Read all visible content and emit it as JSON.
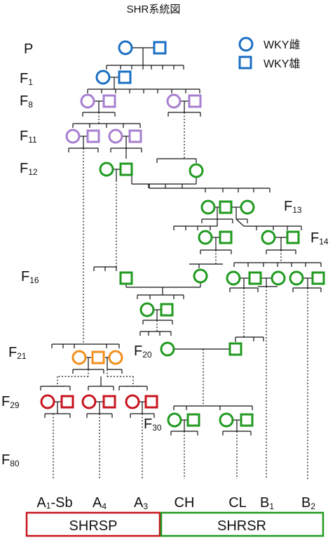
{
  "title": "SHR系統図",
  "legend": {
    "female_label": "WKY雌",
    "male_label": "WKY雄",
    "female_symbol": "circle",
    "male_symbol": "square"
  },
  "generations": {
    "p": "P",
    "f1": {
      "base": "F",
      "sub": "1"
    },
    "f8": {
      "base": "F",
      "sub": "8"
    },
    "f11": {
      "base": "F",
      "sub": "11"
    },
    "f12": {
      "base": "F",
      "sub": "12"
    },
    "f13": {
      "base": "F",
      "sub": "13"
    },
    "f14": {
      "base": "F",
      "sub": "14"
    },
    "f16": {
      "base": "F",
      "sub": "16"
    },
    "f20": {
      "base": "F",
      "sub": "20"
    },
    "f21": {
      "base": "F",
      "sub": "21"
    },
    "f29": {
      "base": "F",
      "sub": "29"
    },
    "f30": {
      "base": "F",
      "sub": "30"
    },
    "f80": {
      "base": "F",
      "sub": "80"
    }
  },
  "strains": {
    "a1sb": {
      "base": "A",
      "sub": "1",
      "suffix": "-Sb"
    },
    "a4": {
      "base": "A",
      "sub": "4"
    },
    "a3": {
      "base": "A",
      "sub": "3"
    },
    "ch": {
      "base": "CH"
    },
    "cl": {
      "base": "CL"
    },
    "b1": {
      "base": "B",
      "sub": "1"
    },
    "b2": {
      "base": "B",
      "sub": "2"
    }
  },
  "groups": {
    "shrsp": "SHRSP",
    "shrsr": "SHRSR"
  },
  "colors": {
    "wky": "#1a6fc4",
    "purple": "#a77fd0",
    "green": "#1f9a1f",
    "orange": "#f28e1c",
    "red": "#c8141e",
    "ink": "#111111"
  }
}
